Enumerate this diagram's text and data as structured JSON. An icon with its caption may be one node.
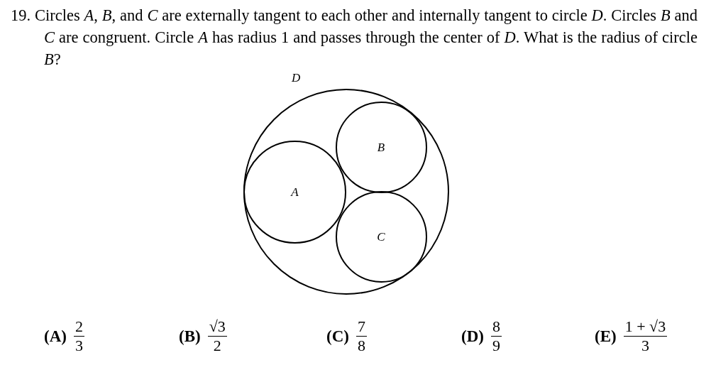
{
  "diagram": {
    "nodes": [
      {
        "text": [
          "D"
        ]
      },
      {
        "text": [
          "A"
        ],
        "in": 0
      },
      {
        "text": [
          "B"
        ],
        "in": 0
      },
      {
        "text": [
          "C"
        ],
        "in": 0
      }
    ],
    "labels": [
      "19. Circles *A*, *B*, and *C* are externally tangent to each other and internally tangent to circle *D*. Circles *B* and *C* are congruent. Circle *A* has radius 1 and passes through the center of *D*. What is the radius of circle *B*?",
      "(A)",
      "2",
      "3",
      "(B)",
      "√3",
      "2",
      "(C)",
      "7",
      "8",
      "(D)",
      "8",
      "9",
      "(E)",
      "1 + √3",
      "3"
    ]
  }
}
